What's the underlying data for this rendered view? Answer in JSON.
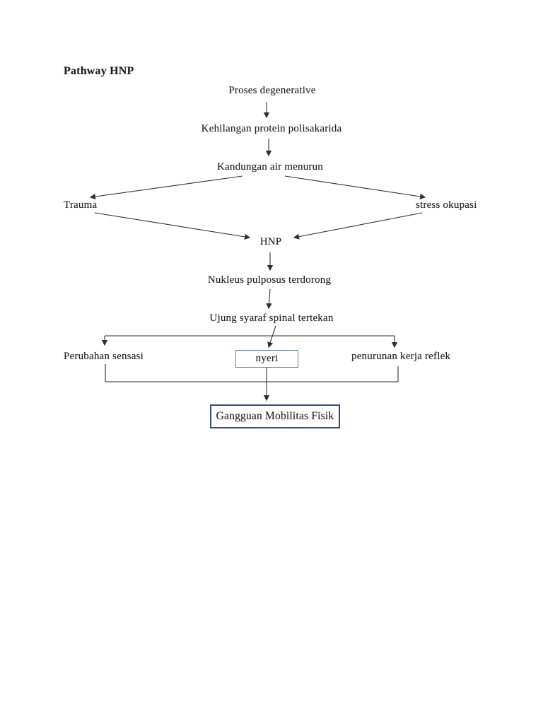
{
  "document": {
    "heading": "Pathway HNP"
  },
  "diagram": {
    "type": "flowchart",
    "nodes": {
      "proses_degenerative": "Proses degenerative",
      "kehilangan_protein": "Kehilangan protein polisakarida",
      "kandungan_air": "Kandungan air menurun",
      "trauma": "Trauma",
      "stress_okupasi": "stress okupasi",
      "hnp": "HNP",
      "nukleus_pulposus": "Nukleus pulposus terdorong",
      "ujung_syaraf": "Ujung syaraf spinal tertekan",
      "perubahan_sensasi": "Perubahan sensasi",
      "nyeri": "nyeri",
      "penurunan_kerja_reflek": "penurunan kerja reflek",
      "gangguan_mobilitas": "Gangguan Mobilitas Fisik"
    },
    "edges": [
      {
        "from": "proses_degenerative",
        "to": "kehilangan_protein"
      },
      {
        "from": "kehilangan_protein",
        "to": "kandungan_air"
      },
      {
        "from": "kandungan_air",
        "to": "trauma"
      },
      {
        "from": "kandungan_air",
        "to": "stress_okupasi"
      },
      {
        "from": "trauma",
        "to": "hnp"
      },
      {
        "from": "stress_okupasi",
        "to": "hnp"
      },
      {
        "from": "hnp",
        "to": "nukleus_pulposus"
      },
      {
        "from": "nukleus_pulposus",
        "to": "ujung_syaraf"
      },
      {
        "from": "ujung_syaraf",
        "to": "perubahan_sensasi"
      },
      {
        "from": "ujung_syaraf",
        "to": "nyeri"
      },
      {
        "from": "ujung_syaraf",
        "to": "penurunan_kerja_reflek"
      },
      {
        "from": "perubahan_sensasi",
        "to": "gangguan_mobilitas"
      },
      {
        "from": "nyeri",
        "to": "gangguan_mobilitas"
      },
      {
        "from": "penurunan_kerja_reflek",
        "to": "gangguan_mobilitas"
      }
    ],
    "colors": {
      "page_background": "#ffffff",
      "text": "#1f1f1f",
      "line": "#2f2f2f",
      "nyeri_box_border": "#6b809b",
      "gangguan_box_border": "#2d5185"
    }
  }
}
